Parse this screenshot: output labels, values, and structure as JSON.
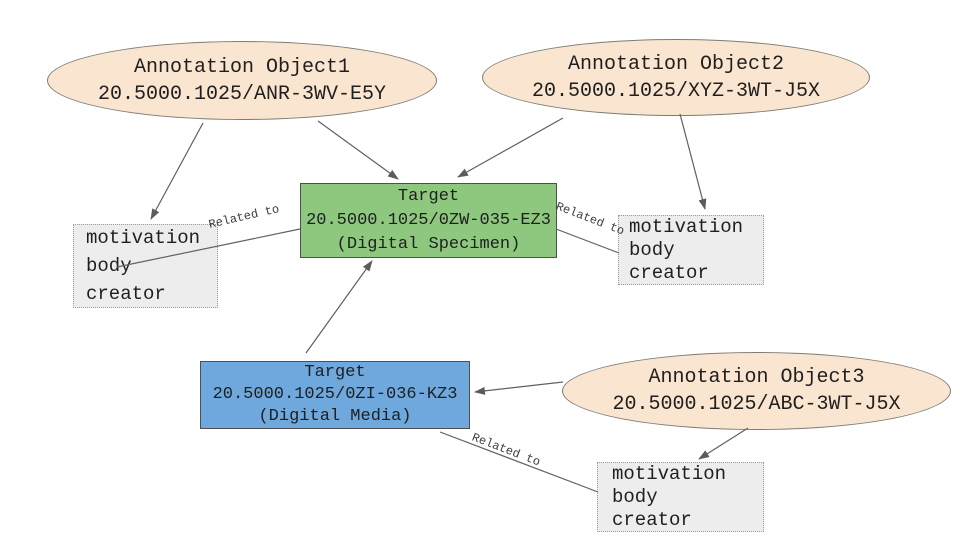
{
  "colors": {
    "annotation_fill": "#fae5d0",
    "digital_specimen_fill": "#8dc87e",
    "digital_media_fill": "#6fa8dc",
    "fields_fill": "#ededed",
    "edge_stroke": "#606060",
    "text": "#1f1f1f"
  },
  "nodes": {
    "annotation1": {
      "title": "Annotation Object1",
      "pid": "20.5000.1025/ANR-3WV-E5Y"
    },
    "annotation2": {
      "title": "Annotation Object2",
      "pid": "20.5000.1025/XYZ-3WT-J5X"
    },
    "annotation3": {
      "title": "Annotation Object3",
      "pid": "20.5000.1025/ABC-3WT-J5X"
    },
    "target_specimen": {
      "title": "Target",
      "pid": "20.5000.1025/0ZW-035-EZ3",
      "type": "(Digital Specimen)"
    },
    "target_media": {
      "title": "Target",
      "pid": "20.5000.1025/0ZI-036-KZ3",
      "type": "(Digital Media)"
    },
    "fields": {
      "motivation": "motivation",
      "body": "body",
      "creator": "creator"
    }
  },
  "labels": {
    "related_to": "Related to"
  }
}
